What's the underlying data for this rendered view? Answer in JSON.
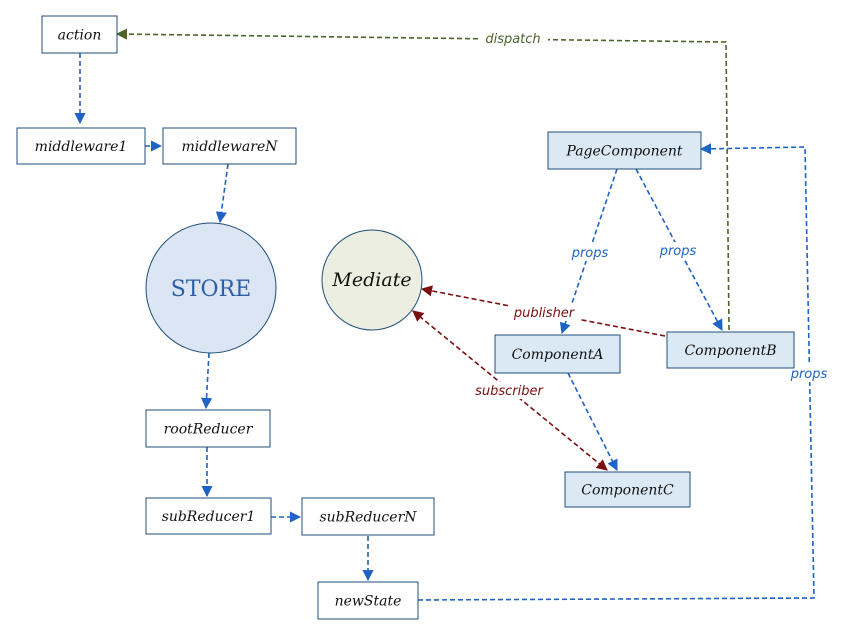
{
  "colors": {
    "blue_edge": "#1f63c4",
    "red_edge": "#7a1010",
    "green_edge": "#4e6329",
    "store_fill": "#dbe5f3",
    "store_text": "#2c5fa8",
    "mediate_fill": "#ebeee0",
    "component_fill": "#dbe9f5",
    "box_border": "#1f4e79"
  },
  "nodes": {
    "action": "action",
    "middleware1": "middleware1",
    "middlewareN": "middlewareN",
    "store": "STORE",
    "rootReducer": "rootReducer",
    "subReducer1": "subReducer1",
    "subReducerN": "subReducerN",
    "newState": "newState",
    "mediate": "Mediate",
    "pageComponent": "PageComponent",
    "componentA": "ComponentA",
    "componentB": "ComponentB",
    "componentC": "ComponentC"
  },
  "edge_labels": {
    "dispatch": "dispatch",
    "props_a": "props",
    "props_b": "props",
    "props_right": "props",
    "publisher": "publisher",
    "subscriber": "subscriber"
  }
}
